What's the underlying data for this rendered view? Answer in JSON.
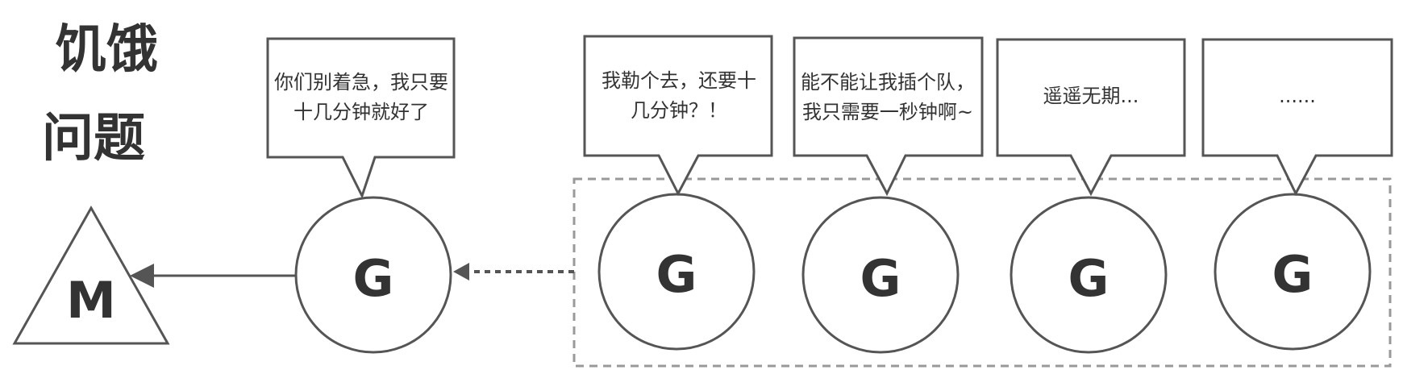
{
  "title": {
    "line1": "饥饿",
    "line2": "问题"
  },
  "machine": {
    "label": "M"
  },
  "running": {
    "label": "G",
    "speech": "你们别着急，我只要十几分钟就好了"
  },
  "queue": [
    {
      "label": "G",
      "speech": "我勒个去，还要十几分钟？！"
    },
    {
      "label": "G",
      "speech": "能不能让我插个队，我只需要一秒钟啊~"
    },
    {
      "label": "G",
      "speech": "遥遥无期..."
    },
    {
      "label": "G",
      "speech": "......"
    }
  ]
}
